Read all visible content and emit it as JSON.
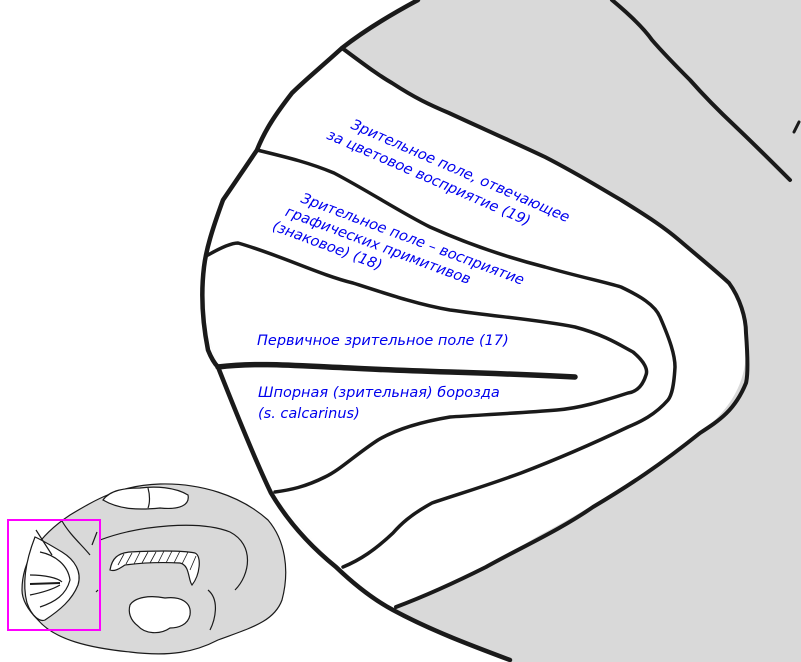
{
  "colors": {
    "label": "#0000ee",
    "gray": "#d9d9d9",
    "outline": "#1a1a1a",
    "highlight": "#ff00ff"
  },
  "labels": {
    "field19": {
      "line1": "Зрительное поле, отвечающее",
      "line2": "за цветовое  восприятие (19)"
    },
    "field18": {
      "line1": "Зрительное поле – восприятие",
      "line2": "графических примитивов",
      "line3": "(знаковое) (18)"
    },
    "field17": {
      "line1": "Первичное зрительное поле (17)"
    },
    "calcarine": {
      "line1": "Шпорная (зрительная) борозда",
      "line2": "(s. calcarinus)"
    }
  }
}
